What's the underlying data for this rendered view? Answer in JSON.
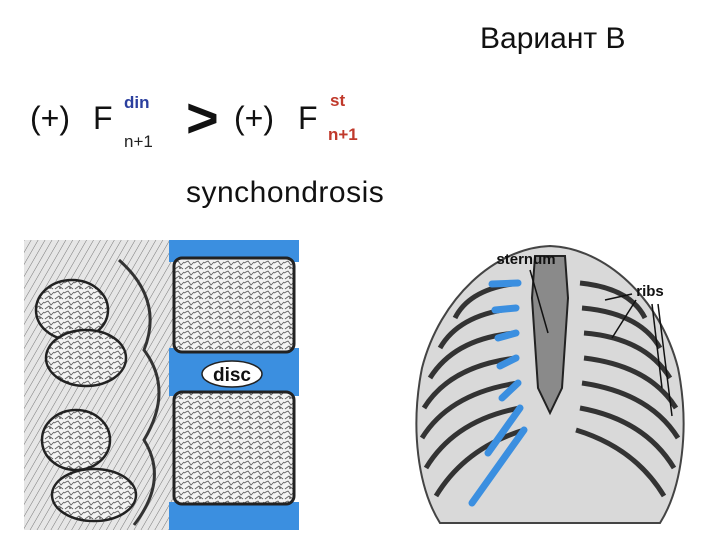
{
  "header": {
    "variant_label": "Вариант B"
  },
  "formula": {
    "left_sign": "(+)",
    "left_F": "F",
    "left_sup": "din",
    "left_sub": "n+1",
    "comparator": ">",
    "right_sign": "(+)",
    "right_F": "F",
    "right_sup": "st",
    "right_sub": "n+1"
  },
  "subtitle": "synchondrosis",
  "spine_figure": {
    "disc_label": "disc"
  },
  "ribcage_figure": {
    "sternum_label": "sternum",
    "ribs_label": "ribs"
  },
  "colors": {
    "cartilage_blue": "#3b8fe0",
    "sup_blue": "#2b3f9e",
    "sup_red": "#c0392b"
  }
}
